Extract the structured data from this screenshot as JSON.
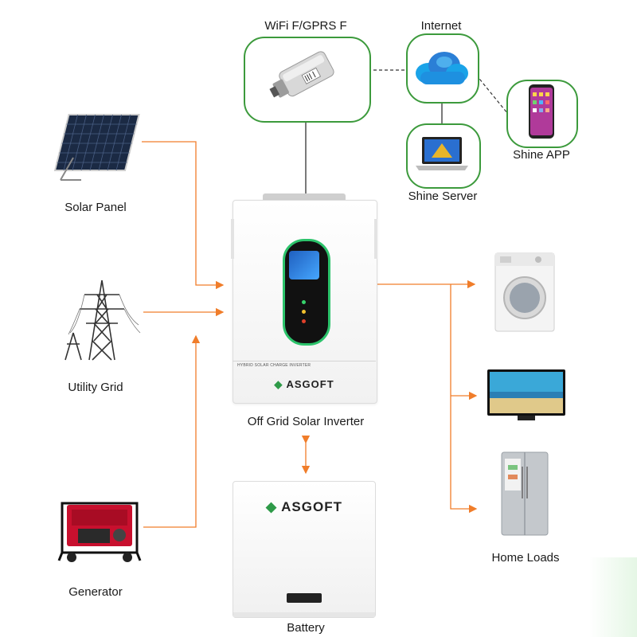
{
  "labels": {
    "wifi": "WiFi F/GPRS F",
    "internet": "Internet",
    "shine_app": "Shine APP",
    "shine_server": "Shine Server",
    "solar_panel": "Solar Panel",
    "utility_grid": "Utility Grid",
    "generator": "Generator",
    "inverter": "Off Grid Solar Inverter",
    "battery": "Battery",
    "home_loads": "Home Loads"
  },
  "brand": {
    "name": "ASGOFT",
    "inverter_caption": "HYBRID SOLAR CHARGE INVERTER"
  },
  "colors": {
    "flow_arrow": "#f07d2a",
    "frame_green": "#3c9a3c",
    "link_dashed": "#333333",
    "brand_green": "#2e9a48"
  }
}
